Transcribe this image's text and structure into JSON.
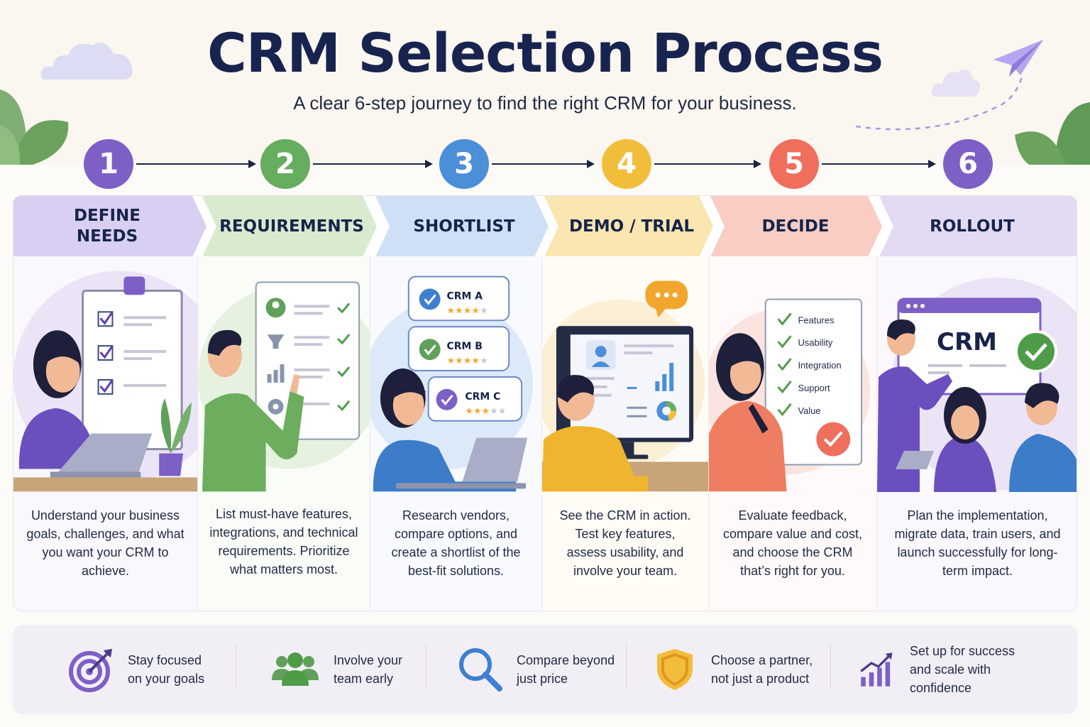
{
  "title": "CRM Selection Process",
  "subtitle": "A clear 6-step journey to find the right CRM for your business.",
  "colors": {
    "navy": "#172450",
    "step1": "#7d5fc6",
    "step2": "#66ad5f",
    "step3": "#4b8fd9",
    "step4": "#f3bd3c",
    "step5": "#ef6e5c",
    "step6": "#7d5fc6"
  },
  "steps": [
    {
      "number": "1",
      "label": "DEFINE NEEDS",
      "description": "Understand your business goals, challenges, and what you want your CRM to achieve."
    },
    {
      "number": "2",
      "label": "REQUIREMENTS",
      "description": "List must-have features, integrations, and technical requirements. Prioritize what matters most."
    },
    {
      "number": "3",
      "label": "SHORTLIST",
      "description": "Research vendors, compare options, and create a shortlist of the best-fit solutions.",
      "cards": [
        "CRM A",
        "CRM B",
        "CRM C"
      ]
    },
    {
      "number": "4",
      "label": "DEMO / TRIAL",
      "description": "See the CRM in action. Test key features, assess usability, and involve your team."
    },
    {
      "number": "5",
      "label": "DECIDE",
      "description": "Evaluate feedback, compare value and cost, and choose the CRM that’s right for you.",
      "checklist": [
        "Features",
        "Usability",
        "Integration",
        "Support",
        "Value"
      ]
    },
    {
      "number": "6",
      "label": "ROLLOUT",
      "description": "Plan the implementation, migrate data, train users, and launch successfully for long-term impact.",
      "screen_text": "CRM"
    }
  ],
  "tips": [
    {
      "icon": "target-icon",
      "text": "Stay focused on your goals"
    },
    {
      "icon": "team-icon",
      "text": "Involve your team early"
    },
    {
      "icon": "magnifier-icon",
      "text": "Compare beyond just price"
    },
    {
      "icon": "shield-icon",
      "text": "Choose a partner, not just a product"
    },
    {
      "icon": "growth-chart-icon",
      "text": "Set up for success and scale with confidence"
    }
  ]
}
